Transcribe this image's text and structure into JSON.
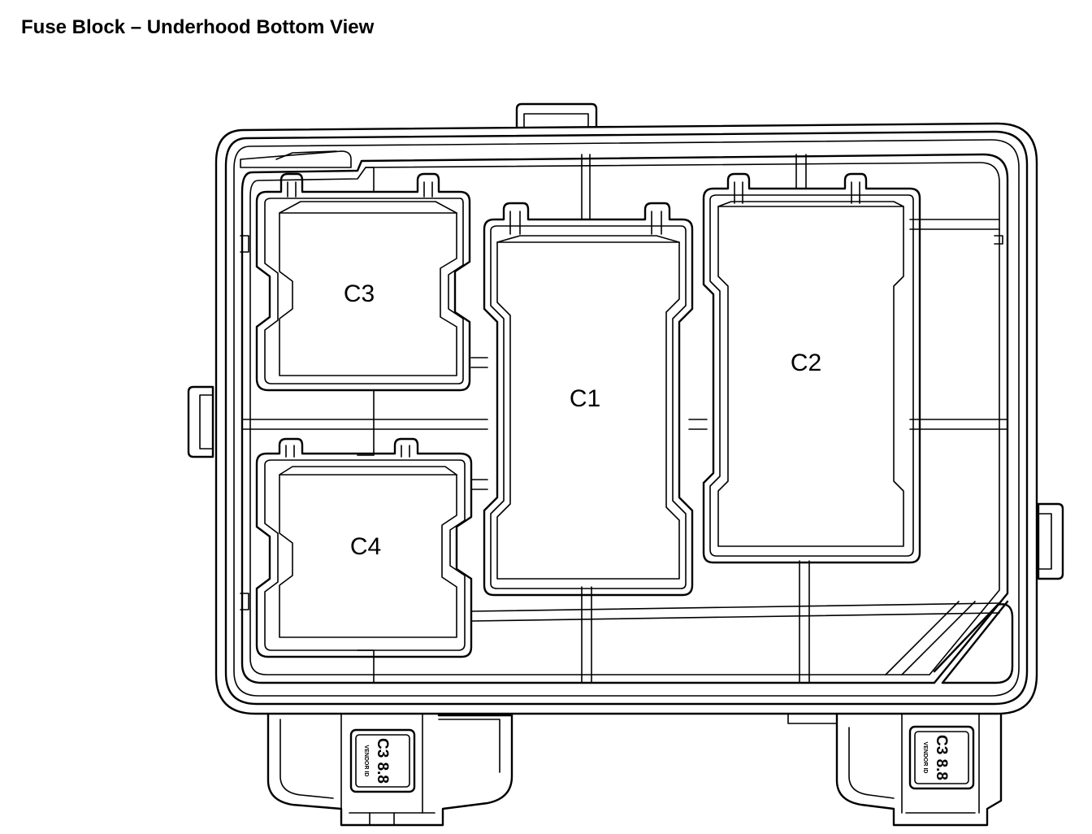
{
  "title": "Fuse Block – Underhood Bottom View",
  "connectors": {
    "c1": "C1",
    "c2": "C2",
    "c3": "C3",
    "c4": "C4"
  },
  "plugs": {
    "left": {
      "main": "C3 8.8",
      "small": "VENDOR ID"
    },
    "right": {
      "main": "C3 8.8",
      "small": "VENDOR ID"
    }
  }
}
